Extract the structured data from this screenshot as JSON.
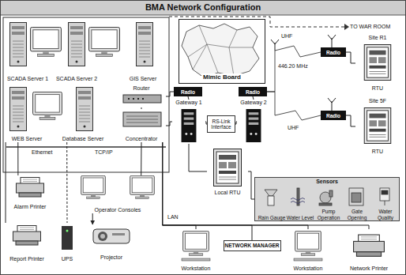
{
  "diagram": {
    "title": "BMA Network Configuration",
    "nodes": [
      {
        "text": [
          "SCADA Server 1"
        ]
      },
      {
        "text": [
          "SCADA Server 2"
        ]
      },
      {
        "text": [
          "GIS Server"
        ]
      },
      {
        "text": [
          "WEB Server"
        ]
      },
      {
        "text": [
          "Database Server"
        ]
      },
      {
        "text": [
          "Router"
        ]
      },
      {
        "text": [
          "Concentrator"
        ]
      },
      {
        "text": [
          "Mimic Board"
        ]
      },
      {
        "text": [
          "Radio"
        ]
      },
      {
        "text": [
          "Radio"
        ]
      },
      {
        "text": [
          "Gateway 1"
        ]
      },
      {
        "text": [
          "RS-Link Interface"
        ]
      },
      {
        "text": [
          "Gateway 2"
        ]
      },
      {
        "text": [
          "Local RTU"
        ]
      },
      {
        "text": [
          "Radio"
        ]
      },
      {
        "text": [
          "Site R1",
          "RTU"
        ]
      },
      {
        "text": [
          "Radio"
        ]
      },
      {
        "text": [
          "Site 5F",
          "RTU"
        ]
      },
      {
        "text": [
          "Sensors"
        ]
      },
      {
        "text": [
          "Rain Gauge"
        ],
        "in": 18
      },
      {
        "text": [
          "Water Level"
        ],
        "in": 18
      },
      {
        "text": [
          "Pump Operation"
        ],
        "in": 18
      },
      {
        "text": [
          "Gate Opening"
        ],
        "in": 18
      },
      {
        "text": [
          "Water Quality"
        ],
        "in": 18
      },
      {
        "text": [
          "Alarm Printer"
        ]
      },
      {
        "text": [
          "Report Printer"
        ]
      },
      {
        "text": [
          "UPS"
        ]
      },
      {
        "text": [
          "Operator Consoles"
        ]
      },
      {
        "text": [
          "Projector"
        ]
      },
      {
        "text": [
          "Workstation"
        ]
      },
      {
        "text": [
          "NETWORK MANAGER"
        ]
      },
      {
        "text": [
          "Workstation"
        ]
      },
      {
        "text": [
          "Network Printer"
        ]
      }
    ],
    "edges": [
      {
        "from": 5,
        "to": 6,
        "arrow": "none"
      },
      {
        "from": 5,
        "to": 8,
        "arrow": "none"
      },
      {
        "from": 6,
        "to": 10,
        "arrow": "none"
      },
      {
        "from": 8,
        "to": 10,
        "arrow": "none"
      },
      {
        "from": 9,
        "to": 12,
        "arrow": "none"
      },
      {
        "from": 10,
        "to": 11,
        "arrow": "none"
      },
      {
        "from": 11,
        "to": 12,
        "arrow": "none"
      },
      {
        "from": 10,
        "to": 13,
        "arrow": "none"
      },
      {
        "from": 13,
        "to": 18,
        "arrow": "none"
      },
      {
        "from": 9,
        "to": 14,
        "arrow": "none"
      },
      {
        "from": 9,
        "to": 16,
        "arrow": "none"
      },
      {
        "from": 14,
        "to": 15,
        "arrow": "none"
      },
      {
        "from": 16,
        "to": 17,
        "arrow": "none"
      },
      {
        "from": 3,
        "to": 24,
        "arrow": "none"
      },
      {
        "from": 3,
        "to": 25,
        "arrow": "none"
      },
      {
        "from": 4,
        "to": 26,
        "arrow": "none"
      },
      {
        "from": 27,
        "to": 6,
        "arrow": "none"
      },
      {
        "from": 27,
        "to": 28,
        "arrow": "to"
      },
      {
        "from": 6,
        "to": 29,
        "arrow": "none"
      },
      {
        "from": 6,
        "to": 30,
        "arrow": "none"
      },
      {
        "from": 6,
        "to": 31,
        "arrow": "none"
      },
      {
        "from": 6,
        "to": 32,
        "arrow": "none"
      }
    ],
    "labels": [
      "Ethernet",
      "TCP/IP",
      "TO WAR ROOM",
      "UHF",
      "446.20 MHz",
      "UHF",
      "LAN"
    ]
  }
}
